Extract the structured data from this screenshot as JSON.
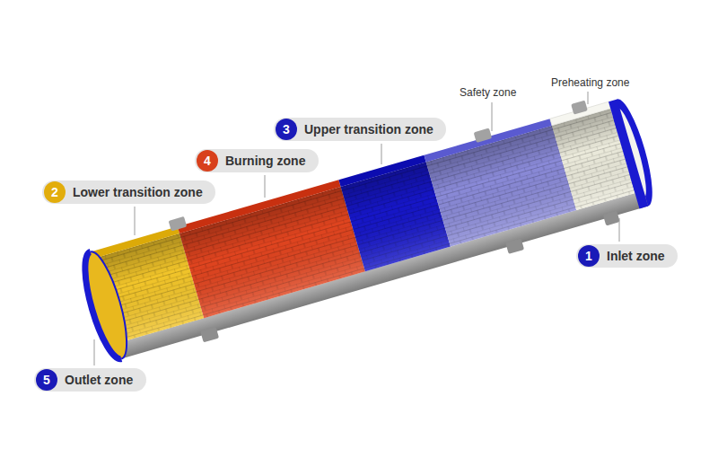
{
  "diagram": {
    "nodes": [
      {
        "text": [
          "Upper transition zone"
        ]
      },
      {
        "text": [
          "3"
        ],
        "in": 0
      },
      {
        "text": [
          "Burning zone"
        ]
      },
      {
        "text": [
          "4"
        ],
        "in": 2
      },
      {
        "text": [
          "Lower transition zone"
        ]
      },
      {
        "text": [
          "2"
        ],
        "in": 4
      },
      {
        "text": [
          "Inlet zone"
        ]
      },
      {
        "text": [
          "1"
        ],
        "in": 6
      },
      {
        "text": [
          "Outlet zone"
        ]
      },
      {
        "text": [
          "5"
        ],
        "in": 8
      }
    ],
    "labels": [
      "Safety zone",
      "Preheating zone"
    ]
  }
}
